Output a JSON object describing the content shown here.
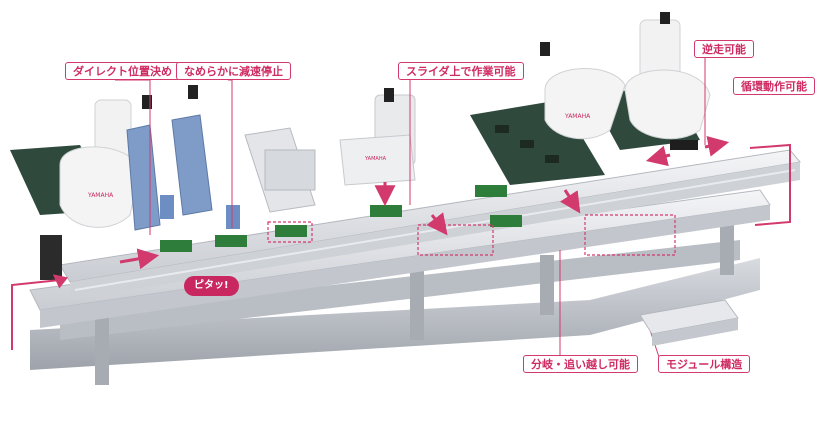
{
  "callouts": {
    "direct_positioning": "ダイレクト位置決め",
    "smooth_stop": "なめらかに減速停止",
    "work_on_slider": "スライダ上で作業可能",
    "reverse": "逆走可能",
    "circulation": "循環動作可能",
    "branch_overtake": "分岐・追い越し可能",
    "module_structure": "モジュール構造"
  },
  "badge": {
    "pitatto": "ピタッ!"
  },
  "robot_brand": "YAMAHA",
  "colors": {
    "accent": "#d23a6e",
    "rail": "#e4e6ea",
    "tray": "#2f4a3c",
    "blue_module": "#7f9cc8",
    "robot_body": "#f2f2f2",
    "pcb": "#2e7d3a"
  }
}
